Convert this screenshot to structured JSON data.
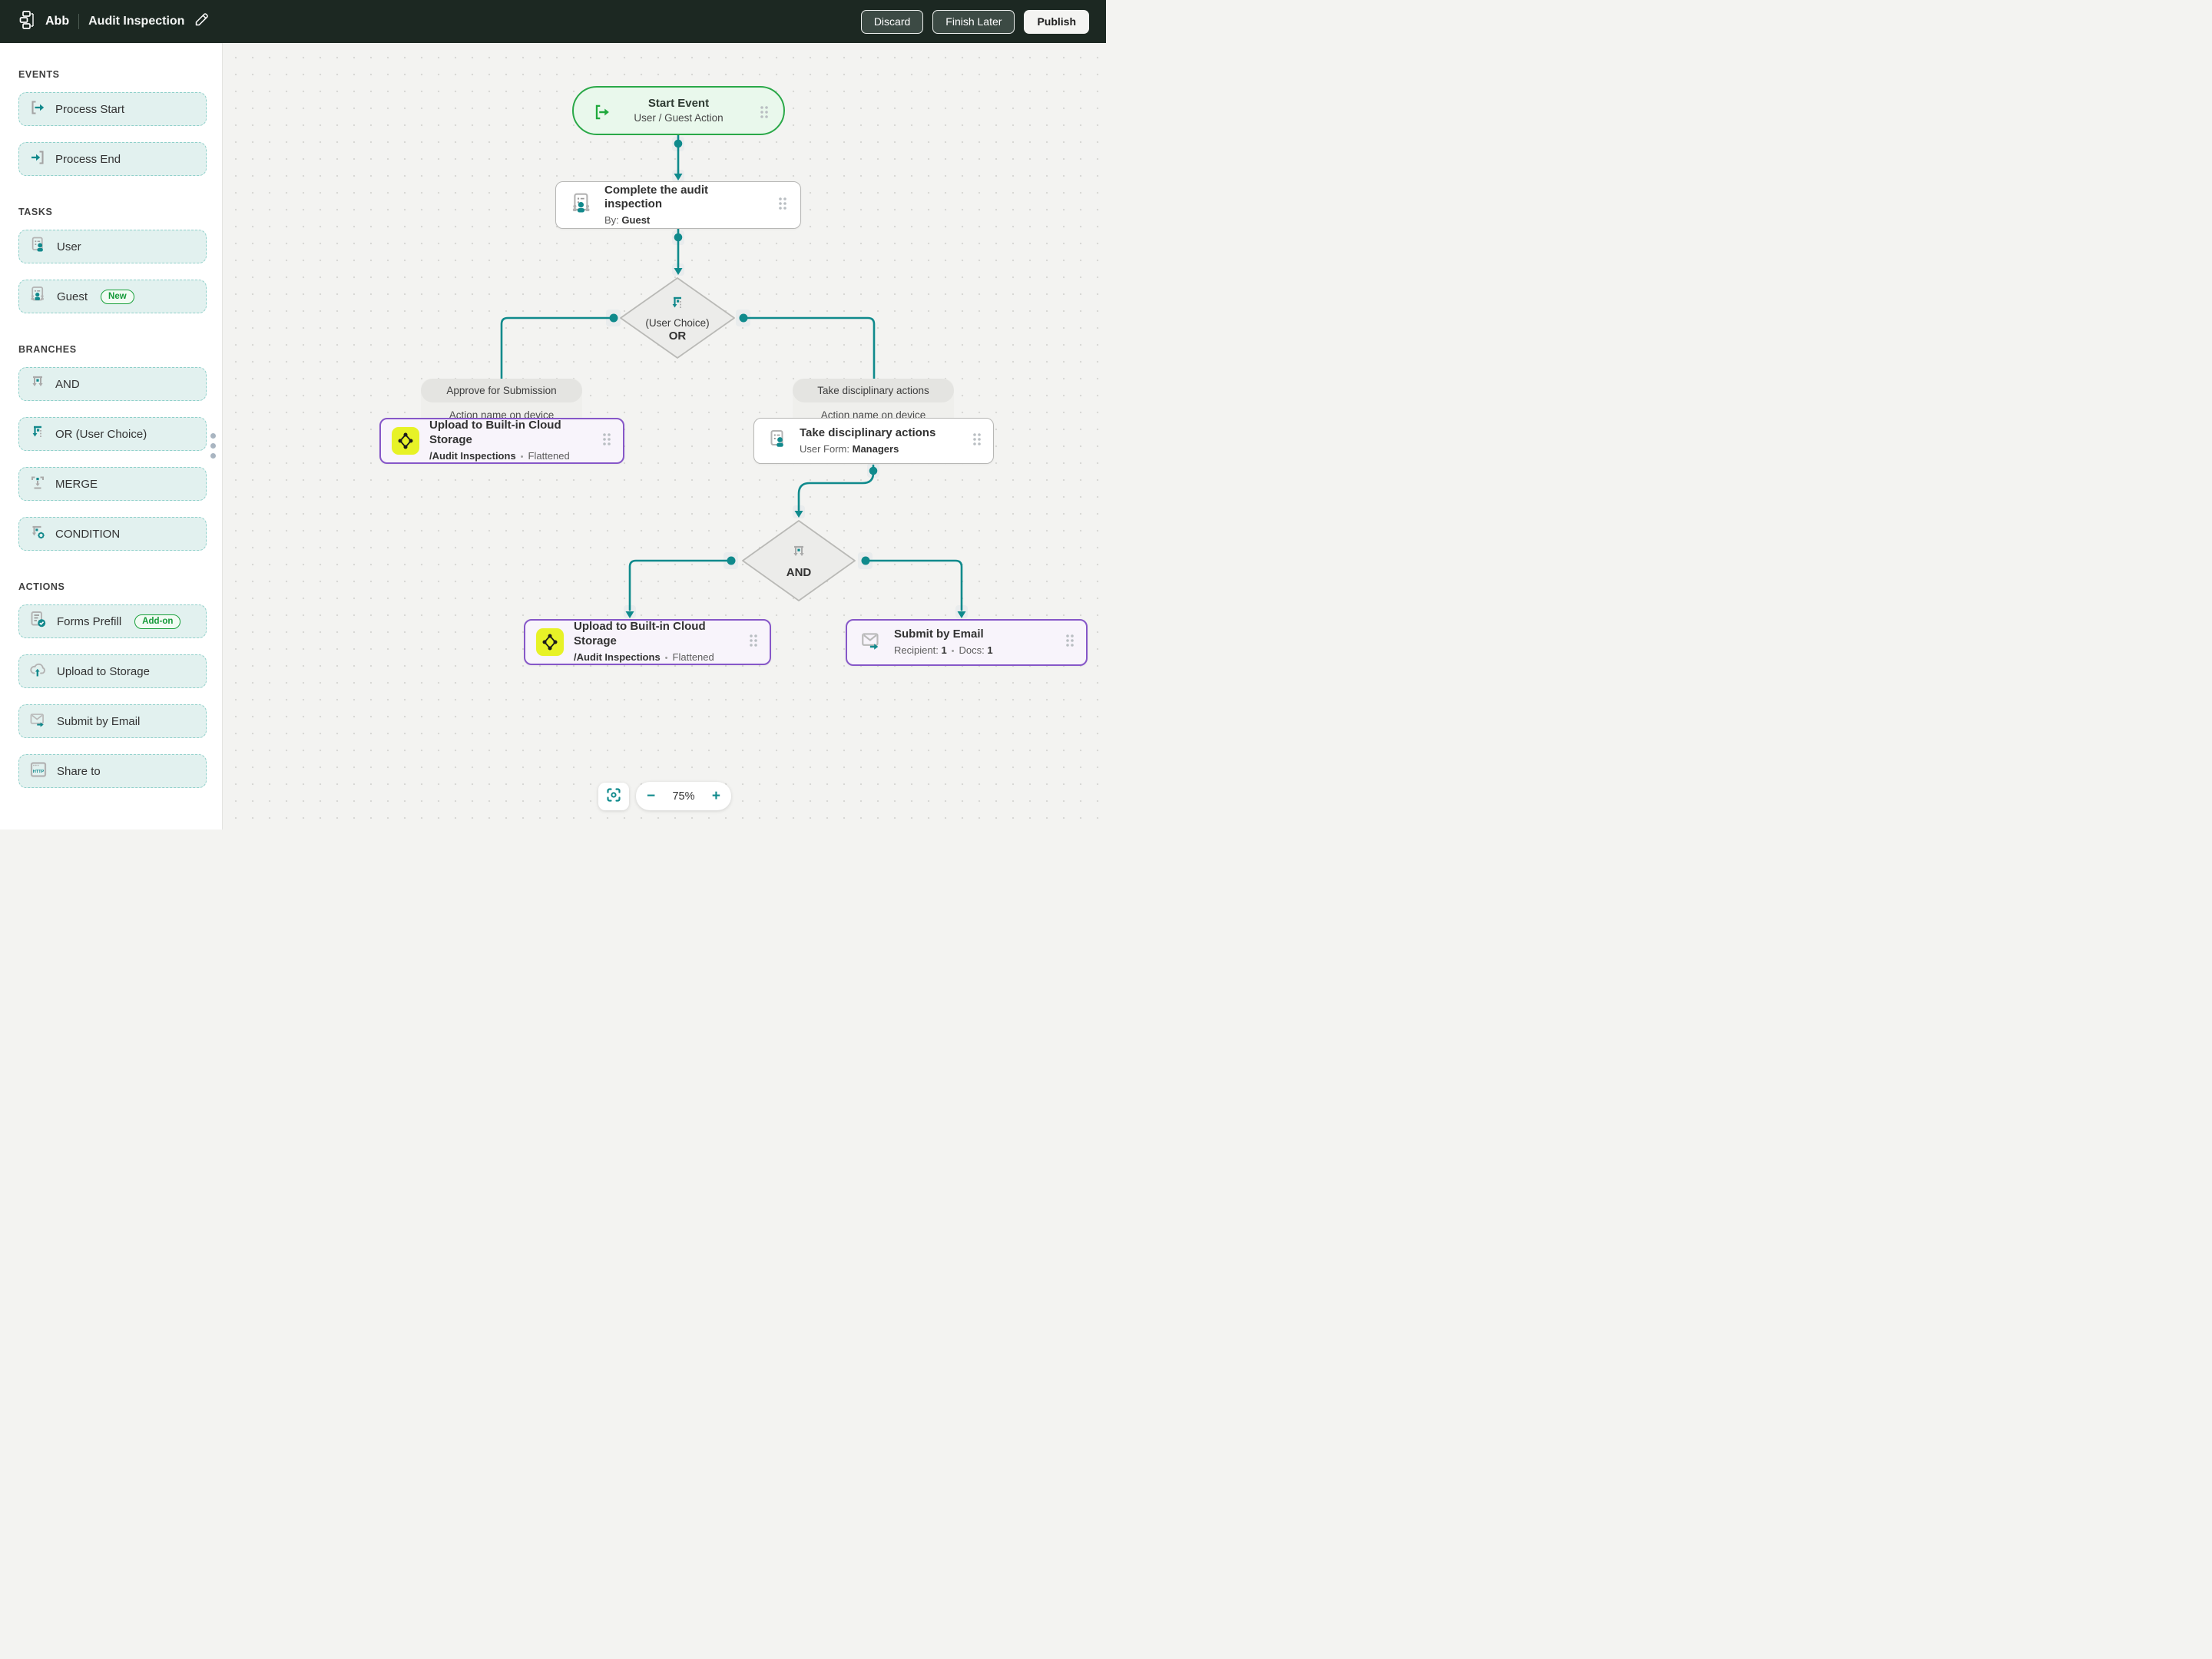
{
  "header": {
    "workspace": "Abb",
    "title": "Audit Inspection",
    "discard": "Discard",
    "finish_later": "Finish Later",
    "publish": "Publish"
  },
  "sidebar": {
    "http_label": "HTTP",
    "sections": [
      {
        "label": "EVENTS",
        "items": [
          {
            "label": "Process Start"
          },
          {
            "label": "Process End"
          }
        ]
      },
      {
        "label": "TASKS",
        "items": [
          {
            "label": "User"
          },
          {
            "label": "Guest",
            "badge": "New"
          }
        ]
      },
      {
        "label": "BRANCHES",
        "items": [
          {
            "label": "AND"
          },
          {
            "label": "OR (User Choice)"
          },
          {
            "label": "MERGE"
          },
          {
            "label": "CONDITION"
          }
        ]
      },
      {
        "label": "ACTIONS",
        "items": [
          {
            "label": "Forms Prefill",
            "badge": "Add-on"
          },
          {
            "label": "Upload to Storage"
          },
          {
            "label": "Submit by Email"
          },
          {
            "label": "Share to"
          }
        ]
      }
    ]
  },
  "canvas": {
    "sep": "•",
    "start_event": {
      "title": "Start Event",
      "subtitle": "User / Guest Action"
    },
    "task_guest": {
      "title": "Complete the audit inspection",
      "by_label": "By:",
      "by_value": "Guest"
    },
    "or_branch": {
      "line1": "(User Choice)",
      "line2": "OR"
    },
    "branch_left": {
      "name": "Approve for Submission",
      "hint": "Action name on device"
    },
    "branch_right": {
      "name": "Take disciplinary actions",
      "hint": "Action name on device"
    },
    "upload_left": {
      "title": "Upload to Built-in Cloud Storage",
      "path": "/Audit Inspections",
      "mode": "Flattened"
    },
    "task_managers": {
      "title": "Take disciplinary actions",
      "form_label": "User Form:",
      "form_value": "Managers"
    },
    "and_branch": {
      "label": "AND"
    },
    "upload_bottom": {
      "title": "Upload to Built-in Cloud Storage",
      "path": "/Audit Inspections",
      "mode": "Flattened"
    },
    "submit_email": {
      "title": "Submit by Email",
      "recipient_label": "Recipient:",
      "recipient_value": "1",
      "docs_label": "Docs:",
      "docs_value": "1"
    }
  },
  "zoom_toolbar": {
    "minus": "−",
    "zoom_level": "75%",
    "plus": "+"
  },
  "colors": {
    "teal": "#0f8a8c",
    "green": "#1fa93c",
    "purple": "#8657c8",
    "topbar": "#1c2822",
    "node_yellow": "#e7f227"
  }
}
